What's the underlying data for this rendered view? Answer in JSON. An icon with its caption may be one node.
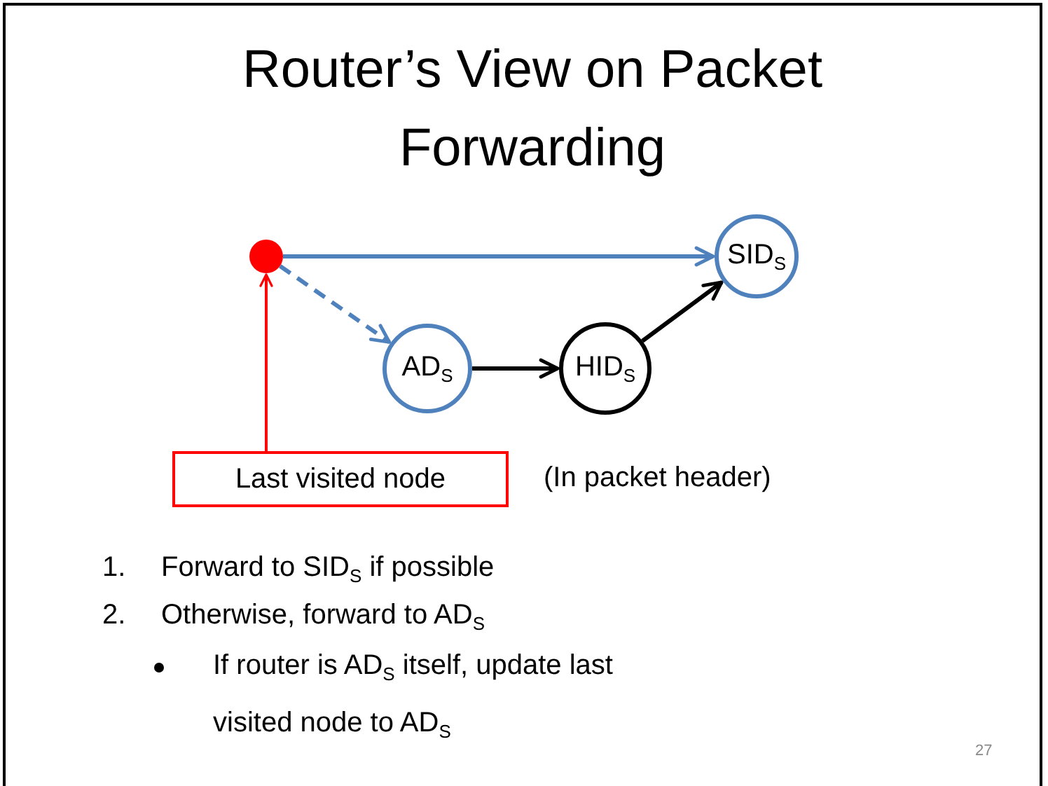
{
  "diagram": {
    "title": "Router’s View on Packet Forwarding",
    "nodes": [
      {
        "text": [],
        "shape": "circle"
      },
      {
        "text": [
          "SID$_{S}$"
        ]
      },
      {
        "text": [
          "AD$_{S}$"
        ]
      },
      {
        "text": [
          "HID$_{S}$"
        ]
      },
      {
        "text": [
          "Last visited node"
        ]
      }
    ],
    "edges": [
      {
        "from": 0,
        "to": 1,
        "arrow": "to",
        "color": "#4f81bd"
      },
      {
        "from": 0,
        "to": 2,
        "arrow": "to",
        "style": "dashed",
        "color": "#4f81bd"
      },
      {
        "from": 2,
        "to": 3,
        "arrow": "to",
        "color": "#000000"
      },
      {
        "from": 3,
        "to": 1,
        "arrow": "to",
        "color": "#000000"
      },
      {
        "from": 4,
        "to": 0,
        "arrow": "to",
        "color": "#ff0000"
      }
    ],
    "labels": [
      "(In packet header)",
      "1.",
      "Forward to SID$_{S}$ if possible",
      "2.",
      "Otherwise, forward to AD$_{S}$",
      "If router is AD$_{S}$ itself, update last visited node to AD$_{S}$",
      "27"
    ]
  }
}
